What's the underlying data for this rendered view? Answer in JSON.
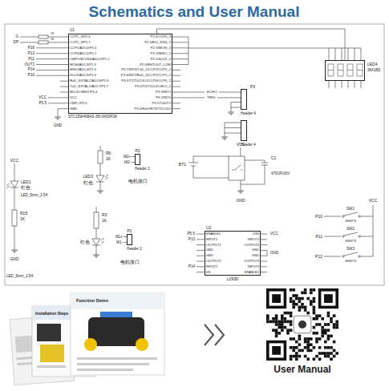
{
  "diagram": {
    "title": "Schematics and User Manual",
    "nodes": [
      {
        "text": [
          "U1",
          "STC15W408AS-35I-SKDIP28"
        ]
      },
      {
        "text": [
          "LED4",
          "3641BS"
        ]
      },
      {
        "text": [
          "P3",
          "Header 4"
        ]
      },
      {
        "text": [
          "Header 4"
        ]
      },
      {
        "text": [
          "P2",
          "Header 2"
        ]
      },
      {
        "text": [
          "P1",
          "Header 2"
        ]
      },
      {
        "text": [
          "U2",
          "L293D"
        ]
      }
    ],
    "edges": [
      {
        "from": 0,
        "to": 1,
        "arrow": "none"
      }
    ],
    "labels": [
      "CCP1_3/P2.6",
      "CCP2_3/P2.7",
      "CCP1/ADC0/P1.0",
      "CCP0/ADC1/P1.1",
      "CMPO/ECI/SS/ADC2/P1.2",
      "MOSI/ADC3/P1.3",
      "MISO/ADC4/P1.4",
      "SCLK/ADC5/P1.5",
      "RxD_3/XTAL2/ADC6/P1.6",
      "TxD_3/XTAL1/ADC7/P1.7",
      "MCLKO/RST/P5.4",
      "VCC",
      "CMP+/P5.5",
      "GND",
      "P2.5/CCP0_3",
      "P2.4/ECI_3/SS_2",
      "P2.3/MOSI_2",
      "P2.2/MISO_2",
      "P2.1/SCLK_2",
      "P2.0/RSTOUT_LOW",
      "P3.7/INT3/TxD_2/CCP2/CCP2_2",
      "P3.6/INT2/RxD_2/CCP1/CCP1_2",
      "P3.5/T1/T0CLKO/CCP0/CCP0_2",
      "P3.4/T0/T1CLKO/ECI_2",
      "P3.3/INT1",
      "P3.2/INT0",
      "P3.1/TxD/T2",
      "P3.0/RxD/INT4/T2CLKO",
      "G",
      "DP",
      "1K",
      "1K",
      "P16",
      "P13",
      "P11",
      "OUT1",
      "P14",
      "P10",
      "VCC",
      "P5.5",
      "GND",
      "ECHO",
      "TRIG",
      "R6",
      "1K",
      "LED3",
      "红色",
      "M2+",
      "M2-",
      "电机接口",
      "BT1",
      "VCC",
      "C1",
      "470UF/16V",
      "GND",
      "VCC",
      "LED1",
      "红色",
      "LED_5mm_2.54",
      "R15",
      "1K",
      "GND",
      "R3",
      "1K",
      "红色",
      "LED_5mm_2.54",
      "M1+",
      "M1-",
      "电机接口",
      "ENABLE1",
      "INPUT1",
      "OUTPUT1",
      "GND",
      "GND",
      "OUTPUT2",
      "INPUT2",
      "VS",
      "VSS",
      "INPUT4",
      "OUTPUT4",
      "GND",
      "GND",
      "OUTPUT3",
      "INPUT3",
      "ENABLE2",
      "P5.5",
      "P13",
      "P14",
      "VCC",
      "GND",
      "VCC",
      "P10",
      "SW1",
      "SW6*6",
      "P11",
      "SW2",
      "SW6*6",
      "P12",
      "SW3",
      "SW6*6",
      "Function Demo",
      "Installation Steps",
      "User Manual"
    ]
  }
}
